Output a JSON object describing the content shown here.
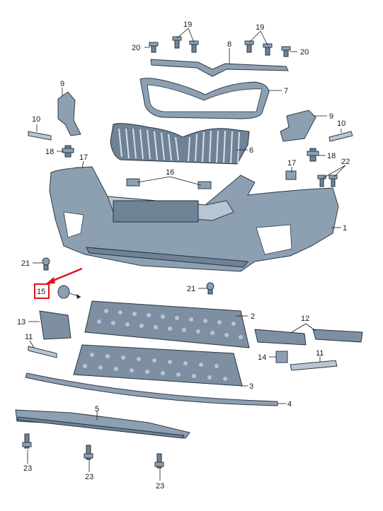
{
  "diagram": {
    "callouts": [
      {
        "id": "c1",
        "text": "1"
      },
      {
        "id": "c2",
        "text": "2"
      },
      {
        "id": "c3",
        "text": "3"
      },
      {
        "id": "c4",
        "text": "4"
      },
      {
        "id": "c5",
        "text": "5"
      },
      {
        "id": "c6",
        "text": "6"
      },
      {
        "id": "c7",
        "text": "7"
      },
      {
        "id": "c8",
        "text": "8"
      },
      {
        "id": "c9a",
        "text": "9"
      },
      {
        "id": "c9b",
        "text": "9"
      },
      {
        "id": "c10a",
        "text": "10"
      },
      {
        "id": "c10b",
        "text": "10"
      },
      {
        "id": "c11a",
        "text": "11"
      },
      {
        "id": "c11b",
        "text": "11"
      },
      {
        "id": "c12",
        "text": "12"
      },
      {
        "id": "c13",
        "text": "13"
      },
      {
        "id": "c14",
        "text": "14"
      },
      {
        "id": "c15",
        "text": "15"
      },
      {
        "id": "c16",
        "text": "16"
      },
      {
        "id": "c17a",
        "text": "17"
      },
      {
        "id": "c17b",
        "text": "17"
      },
      {
        "id": "c18a",
        "text": "18"
      },
      {
        "id": "c18b",
        "text": "18"
      },
      {
        "id": "c19a",
        "text": "19"
      },
      {
        "id": "c19b",
        "text": "19"
      },
      {
        "id": "c20a",
        "text": "20"
      },
      {
        "id": "c20b",
        "text": "20"
      },
      {
        "id": "c21a",
        "text": "21"
      },
      {
        "id": "c21b",
        "text": "21"
      },
      {
        "id": "c22",
        "text": "22"
      },
      {
        "id": "c23a",
        "text": "23"
      },
      {
        "id": "c23b",
        "text": "23"
      },
      {
        "id": "c23c",
        "text": "23"
      }
    ],
    "highlight": {
      "callout": "15",
      "color": "#e0141e"
    },
    "colors": {
      "part": "#8da0b2",
      "outline": "#2f3b47",
      "highlight": "#e0141e"
    }
  }
}
